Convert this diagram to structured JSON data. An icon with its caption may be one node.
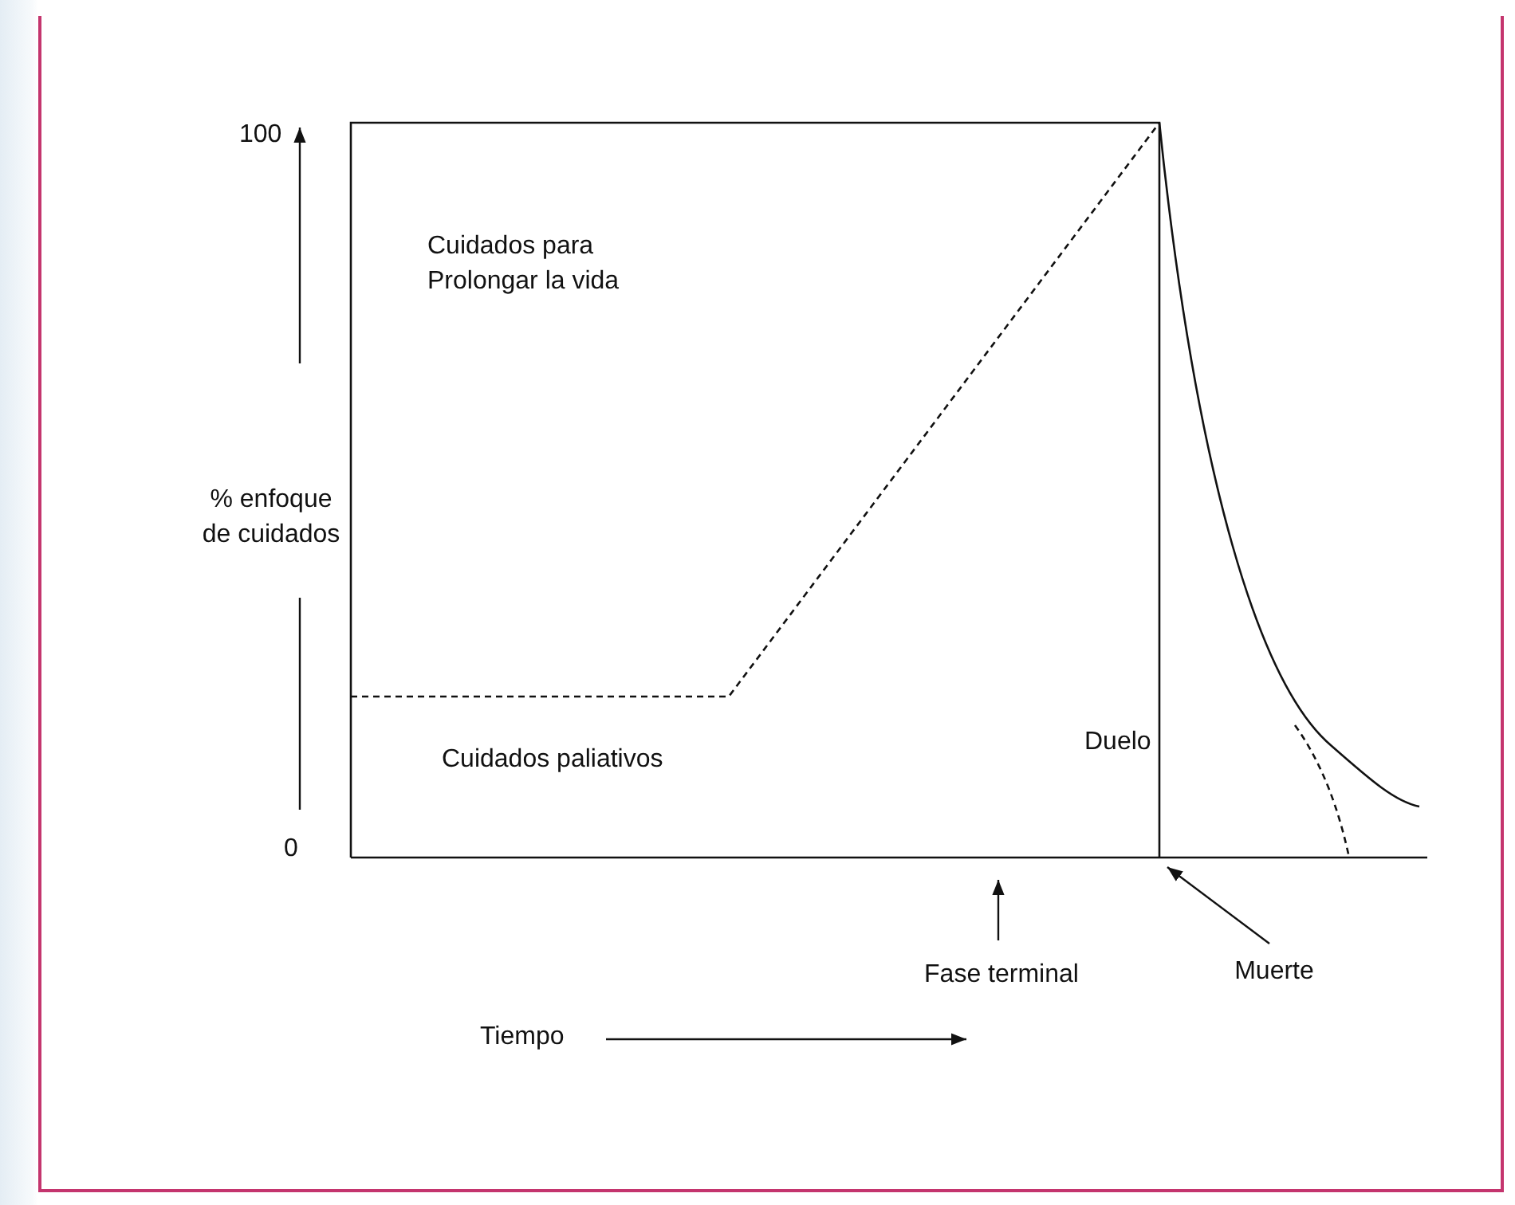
{
  "diagram": {
    "nodes": [
      {
        "text": [
          "Fase terminal"
        ]
      },
      {
        "text": [
          "Muerte"
        ]
      }
    ],
    "edges": [
      {
        "from": 0,
        "to": null,
        "arrow": "to"
      },
      {
        "from": 1,
        "to": null,
        "arrow": "to"
      }
    ],
    "labels": [
      "100",
      "Cuidados para Prolongar la vida",
      "% enfoque de cuidados",
      "Duelo",
      "Cuidados paliativos",
      "0",
      "Tiempo"
    ]
  }
}
